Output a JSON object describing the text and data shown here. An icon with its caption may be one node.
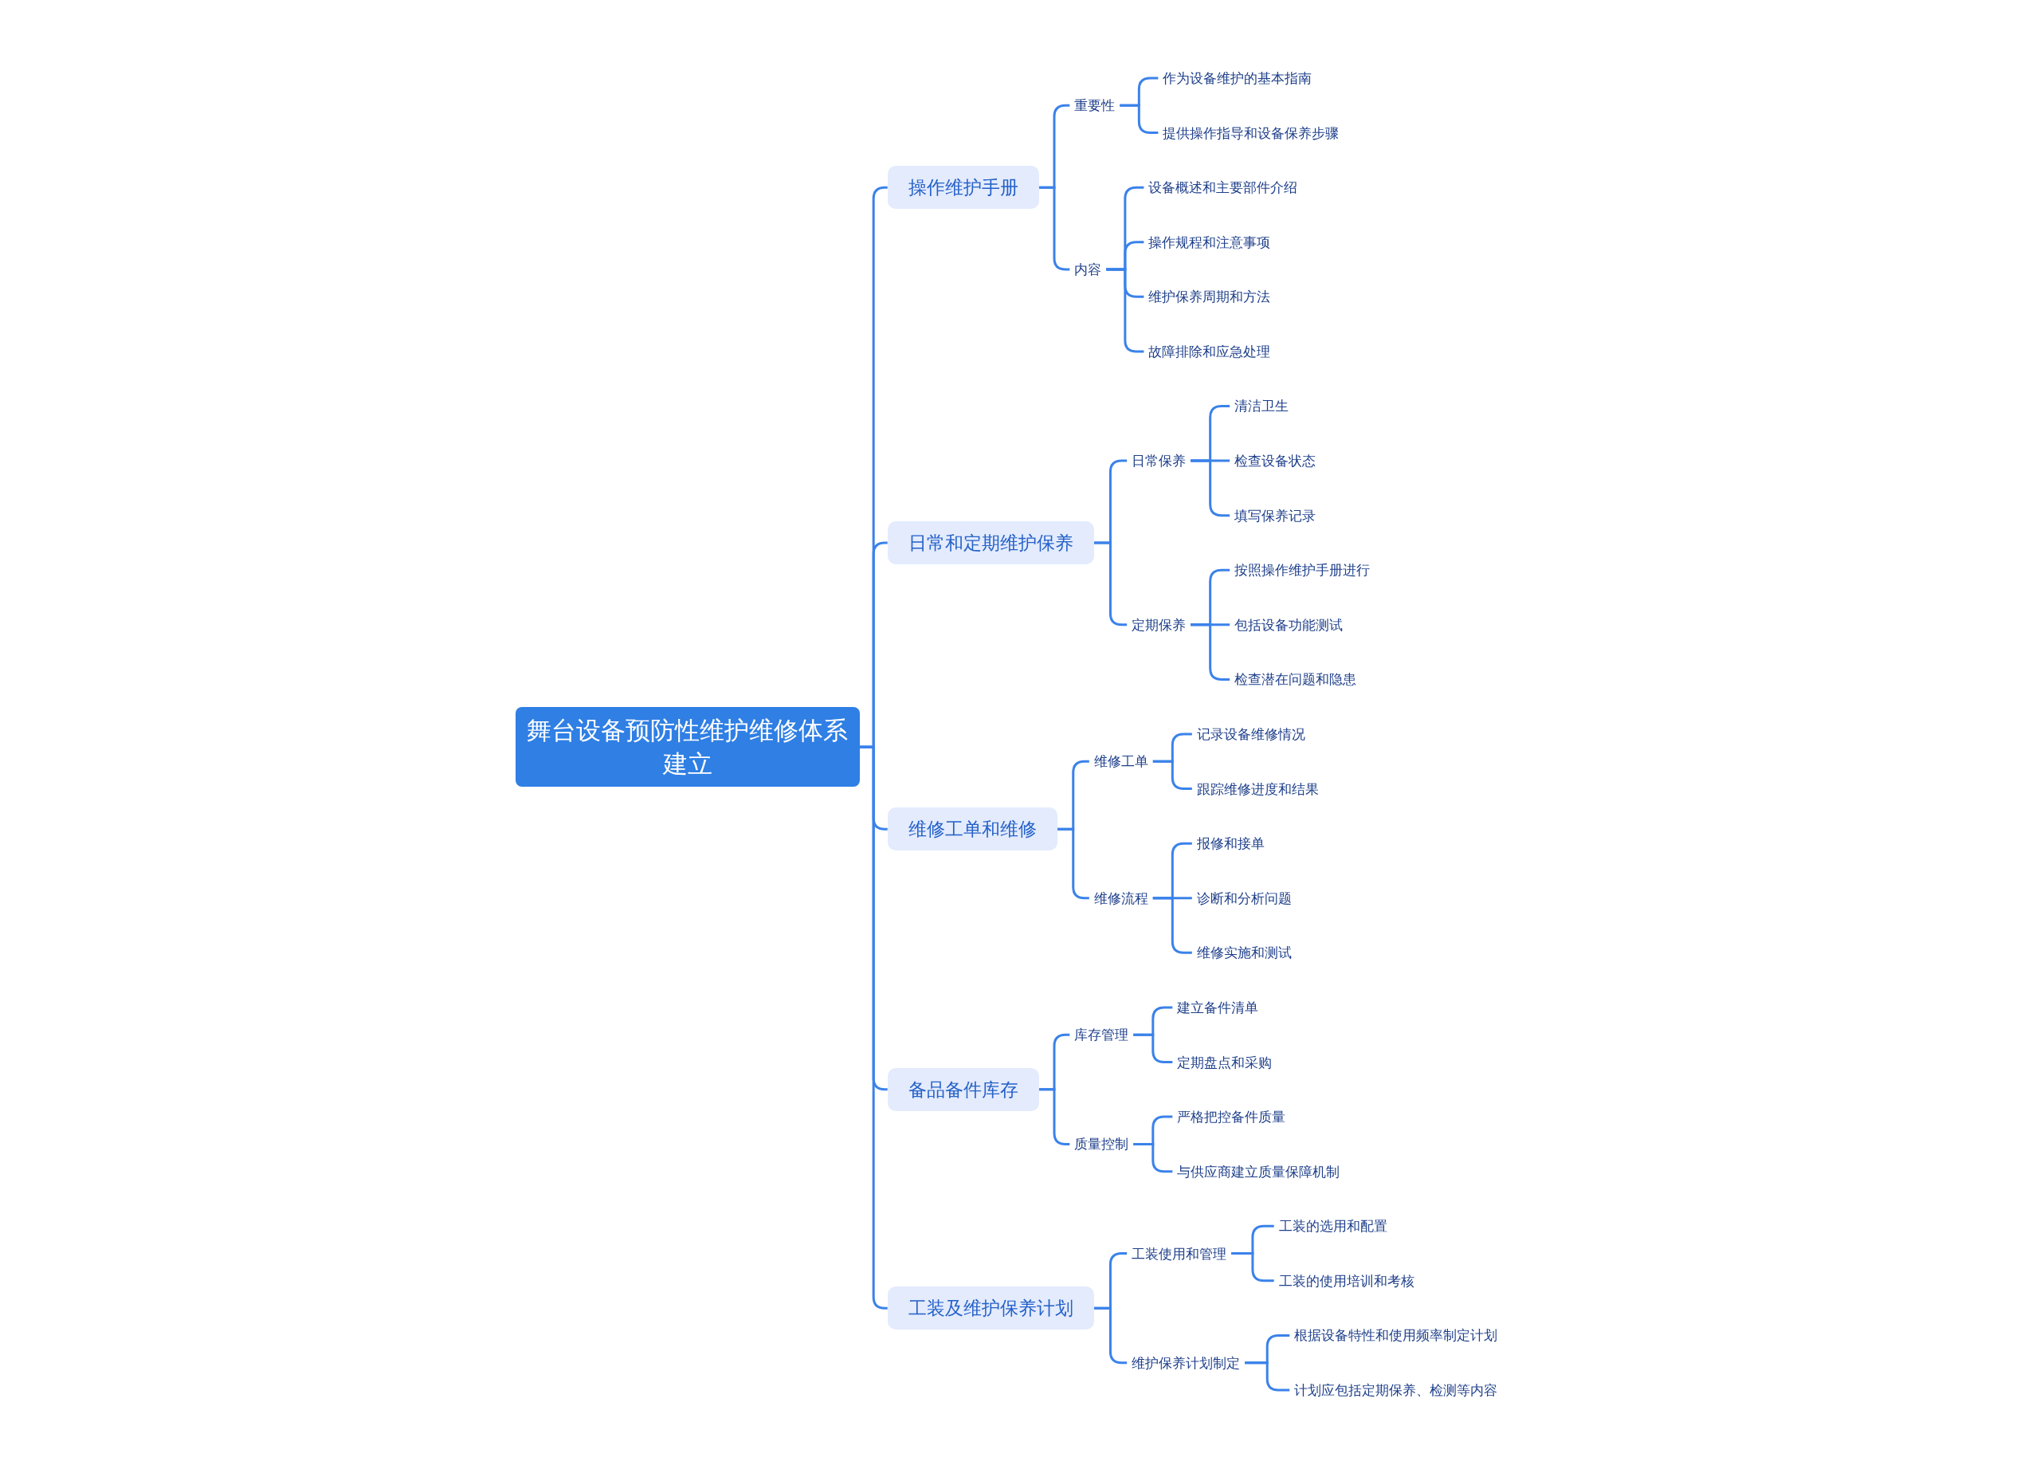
{
  "diagram": {
    "nodes": [
      {
        "text": [
          "舞台设备预防性维护维修体系建立"
        ]
      },
      {
        "text": [
          "操作维护手册"
        ]
      },
      {
        "text": [
          "重要性"
        ]
      },
      {
        "text": [
          "作为设备维护的基本指南"
        ]
      },
      {
        "text": [
          "提供操作指导和设备保养步骤"
        ]
      },
      {
        "text": [
          "内容"
        ]
      },
      {
        "text": [
          "设备概述和主要部件介绍"
        ]
      },
      {
        "text": [
          "操作规程和注意事项"
        ]
      },
      {
        "text": [
          "维护保养周期和方法"
        ]
      },
      {
        "text": [
          "故障排除和应急处理"
        ]
      },
      {
        "text": [
          "日常和定期维护保养"
        ]
      },
      {
        "text": [
          "日常保养"
        ]
      },
      {
        "text": [
          "清洁卫生"
        ]
      },
      {
        "text": [
          "检查设备状态"
        ]
      },
      {
        "text": [
          "填写保养记录"
        ]
      },
      {
        "text": [
          "定期保养"
        ]
      },
      {
        "text": [
          "按照操作维护手册进行"
        ]
      },
      {
        "text": [
          "包括设备功能测试"
        ]
      },
      {
        "text": [
          "检查潜在问题和隐患"
        ]
      },
      {
        "text": [
          "维修工单和维修"
        ]
      },
      {
        "text": [
          "维修工单"
        ]
      },
      {
        "text": [
          "记录设备维修情况"
        ]
      },
      {
        "text": [
          "跟踪维修进度和结果"
        ]
      },
      {
        "text": [
          "维修流程"
        ]
      },
      {
        "text": [
          "报修和接单"
        ]
      },
      {
        "text": [
          "诊断和分析问题"
        ]
      },
      {
        "text": [
          "维修实施和测试"
        ]
      },
      {
        "text": [
          "备品备件库存"
        ]
      },
      {
        "text": [
          "库存管理"
        ]
      },
      {
        "text": [
          "建立备件清单"
        ]
      },
      {
        "text": [
          "定期盘点和采购"
        ]
      },
      {
        "text": [
          "质量控制"
        ]
      },
      {
        "text": [
          "严格把控备件质量"
        ]
      },
      {
        "text": [
          "与供应商建立质量保障机制"
        ]
      },
      {
        "text": [
          "工装及维护保养计划"
        ]
      },
      {
        "text": [
          "工装使用和管理"
        ]
      },
      {
        "text": [
          "工装的选用和配置"
        ]
      },
      {
        "text": [
          "工装的使用培训和考核"
        ]
      },
      {
        "text": [
          "维护保养计划制定"
        ]
      },
      {
        "text": [
          "根据设备特性和使用频率制定计划"
        ]
      },
      {
        "text": [
          "计划应包括定期保养、检测等内容"
        ]
      }
    ],
    "edges": [
      {
        "from": 0,
        "to": 1,
        "arrow": "none"
      },
      {
        "from": 1,
        "to": 2,
        "arrow": "none"
      },
      {
        "from": 2,
        "to": 3,
        "arrow": "none"
      },
      {
        "from": 2,
        "to": 4,
        "arrow": "none"
      },
      {
        "from": 1,
        "to": 5,
        "arrow": "none"
      },
      {
        "from": 5,
        "to": 6,
        "arrow": "none"
      },
      {
        "from": 5,
        "to": 7,
        "arrow": "none"
      },
      {
        "from": 5,
        "to": 8,
        "arrow": "none"
      },
      {
        "from": 5,
        "to": 9,
        "arrow": "none"
      },
      {
        "from": 0,
        "to": 10,
        "arrow": "none"
      },
      {
        "from": 10,
        "to": 11,
        "arrow": "none"
      },
      {
        "from": 11,
        "to": 12,
        "arrow": "none"
      },
      {
        "from": 11,
        "to": 13,
        "arrow": "none"
      },
      {
        "from": 11,
        "to": 14,
        "arrow": "none"
      },
      {
        "from": 10,
        "to": 15,
        "arrow": "none"
      },
      {
        "from": 15,
        "to": 16,
        "arrow": "none"
      },
      {
        "from": 15,
        "to": 17,
        "arrow": "none"
      },
      {
        "from": 15,
        "to": 18,
        "arrow": "none"
      },
      {
        "from": 0,
        "to": 19,
        "arrow": "none"
      },
      {
        "from": 19,
        "to": 20,
        "arrow": "none"
      },
      {
        "from": 20,
        "to": 21,
        "arrow": "none"
      },
      {
        "from": 20,
        "to": 22,
        "arrow": "none"
      },
      {
        "from": 19,
        "to": 23,
        "arrow": "none"
      },
      {
        "from": 23,
        "to": 24,
        "arrow": "none"
      },
      {
        "from": 23,
        "to": 25,
        "arrow": "none"
      },
      {
        "from": 23,
        "to": 26,
        "arrow": "none"
      },
      {
        "from": 0,
        "to": 27,
        "arrow": "none"
      },
      {
        "from": 27,
        "to": 28,
        "arrow": "none"
      },
      {
        "from": 28,
        "to": 29,
        "arrow": "none"
      },
      {
        "from": 28,
        "to": 30,
        "arrow": "none"
      },
      {
        "from": 27,
        "to": 31,
        "arrow": "none"
      },
      {
        "from": 31,
        "to": 32,
        "arrow": "none"
      },
      {
        "from": 31,
        "to": 33,
        "arrow": "none"
      },
      {
        "from": 0,
        "to": 34,
        "arrow": "none"
      },
      {
        "from": 34,
        "to": 35,
        "arrow": "none"
      },
      {
        "from": 35,
        "to": 36,
        "arrow": "none"
      },
      {
        "from": 35,
        "to": 37,
        "arrow": "none"
      },
      {
        "from": 34,
        "to": 38,
        "arrow": "none"
      },
      {
        "from": 38,
        "to": 39,
        "arrow": "none"
      },
      {
        "from": 38,
        "to": 40,
        "arrow": "none"
      }
    ]
  }
}
